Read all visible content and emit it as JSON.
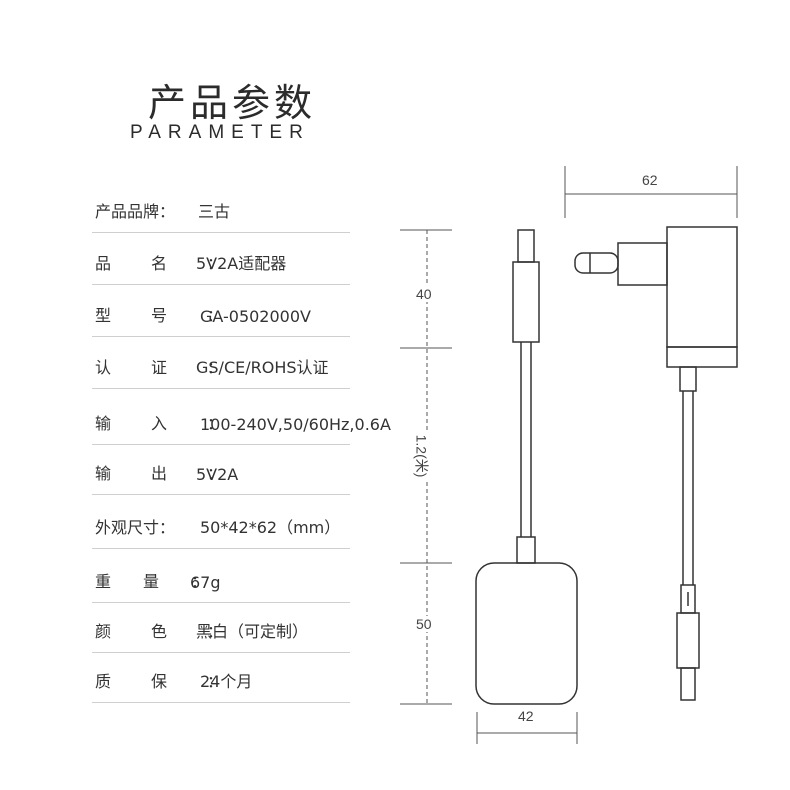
{
  "header": {
    "title": "产品参数",
    "subtitle": "PARAMETER"
  },
  "specs": [
    {
      "label": "产品品牌",
      "value": "三古"
    },
    {
      "label": "品名",
      "value": "5V2A适配器"
    },
    {
      "label": "型号",
      "value": "GA-0502000V"
    },
    {
      "label": "认证",
      "value": "GS/CE/ROHS认证"
    },
    {
      "label": "输入",
      "value": "100-240V,50/60Hz,0.6A"
    },
    {
      "label": "输出",
      "value": "5V2A"
    },
    {
      "label": "外观尺寸",
      "value": "50*42*62（mm）"
    },
    {
      "label": "重量",
      "value": "67g"
    },
    {
      "label": "颜色",
      "value": "黑白（可定制）"
    },
    {
      "label": "质保",
      "value": "24个月"
    }
  ],
  "dimensions": {
    "plug_depth": "62",
    "plug_body_height": "40",
    "cable_length": "1.2(米)",
    "head_height": "50",
    "head_width": "42"
  }
}
